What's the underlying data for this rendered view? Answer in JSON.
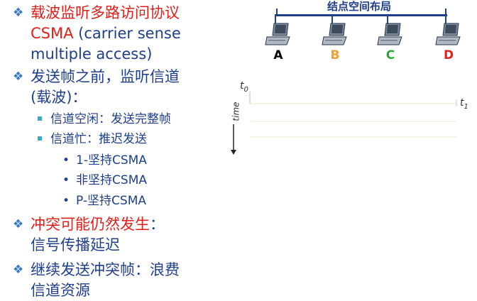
{
  "bullets": {
    "b1_line1": "载波监听多路访问协议",
    "b1_line2a": "CSMA",
    "b1_line2b": " (carrier sense",
    "b1_line3": "multiple access)",
    "b2_line1": "发送帧之前，监听信道",
    "b2_line2": "(载波)：",
    "sub1": "信道空闲：发送完整帧",
    "sub2": "信道忙：推迟发送",
    "subsub1": "1-坚持CSMA",
    "subsub2": "非坚持CSMA",
    "subsub3": "P-坚持CSMA",
    "b3_line1": "冲突可能仍然发生",
    "b3_colon": "：",
    "b3_line2": "信号传播延迟",
    "b4_line1": "继续发送冲突帧：浪费",
    "b4_line2": "信道资源"
  },
  "diagram": {
    "title": "结点空间布局",
    "nodes": [
      {
        "label": "A",
        "color": "#000000"
      },
      {
        "label": "B",
        "color": "#f0a030"
      },
      {
        "label": "C",
        "color": "#2aa832"
      },
      {
        "label": "D",
        "color": "#e0201a"
      }
    ],
    "t0": "t",
    "t0_sub": "0",
    "t1": "t",
    "t1_sub": "1",
    "time_axis": "time"
  },
  "colors": {
    "bullet_text": "#1f3f8a",
    "highlight": "#e0201a",
    "bullet_mark": "#3a78c8"
  }
}
